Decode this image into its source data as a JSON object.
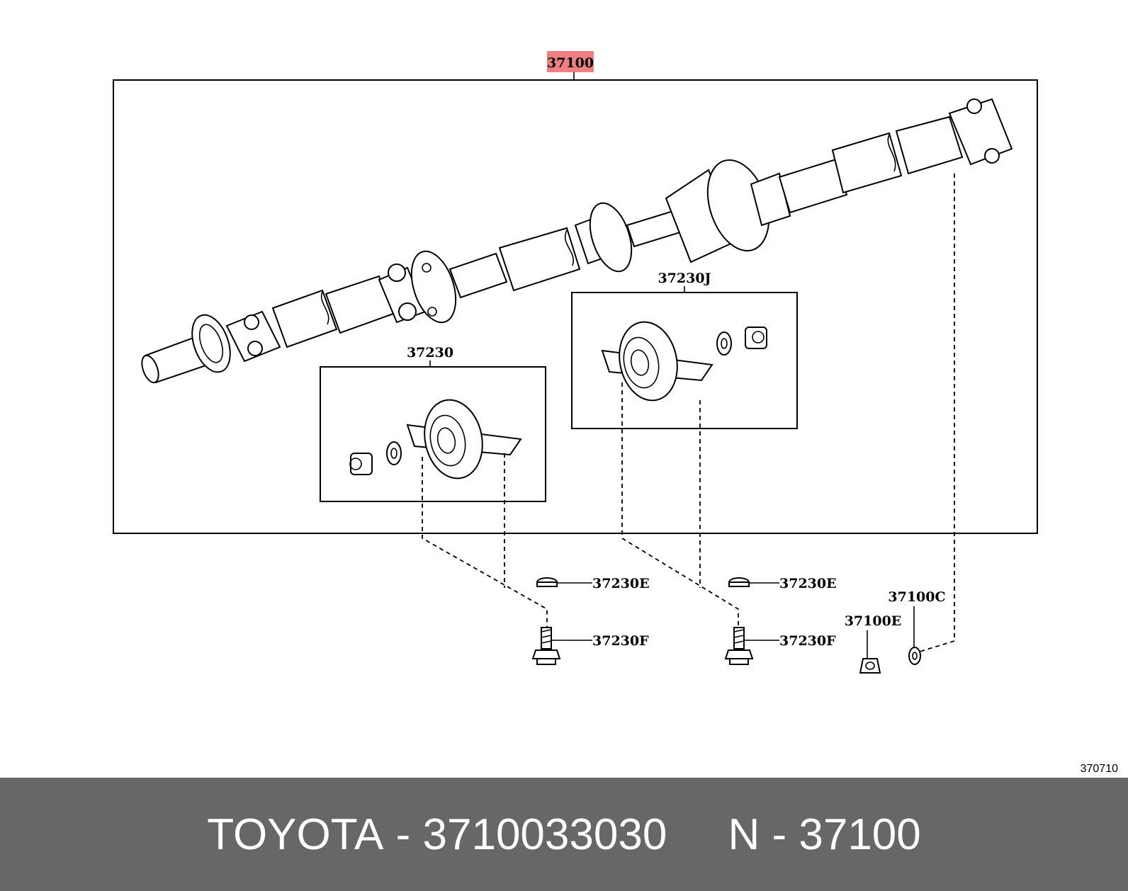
{
  "diagram": {
    "main_part": "37100",
    "highlight_color": "#f08080",
    "subassembly_front": "37230",
    "subassembly_rear": "37230J",
    "labels": {
      "washer_left": "37230E",
      "bolt_left": "37230F",
      "washer_right": "37230E",
      "bolt_right": "37230F",
      "nut": "37100E",
      "washer_small": "37100C"
    },
    "diagram_code": "370710"
  },
  "footer": {
    "brand": "TOYOTA",
    "separator": " - ",
    "part_number": "3710033030",
    "position_prefix": "N",
    "position_number": "37100",
    "background_color": "#676767"
  }
}
